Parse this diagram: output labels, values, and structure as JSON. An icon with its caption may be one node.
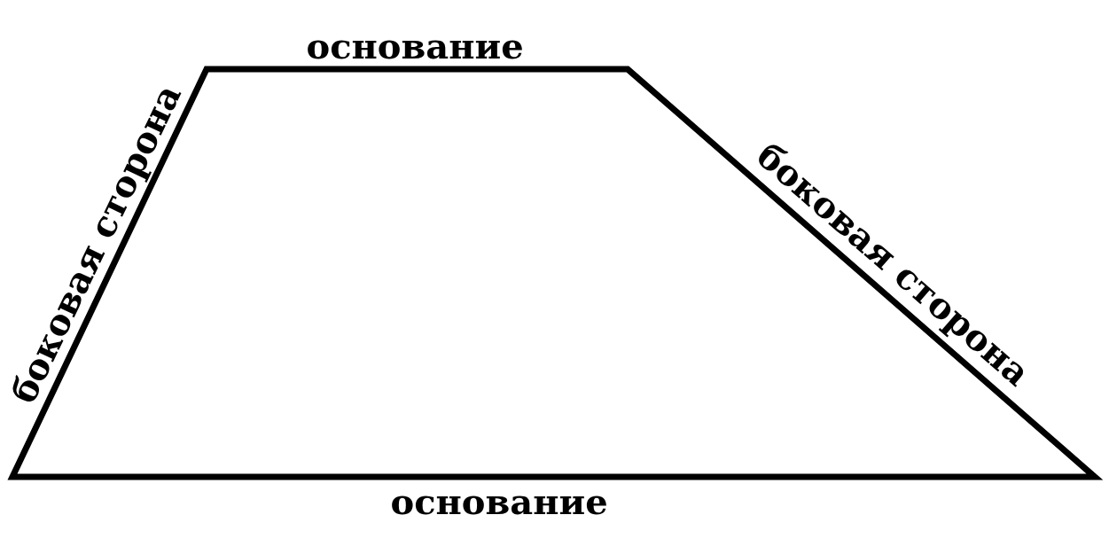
{
  "diagram": {
    "labels": [
      "основание",
      "боковая сторона",
      "боковая сторона",
      "основание"
    ]
  }
}
